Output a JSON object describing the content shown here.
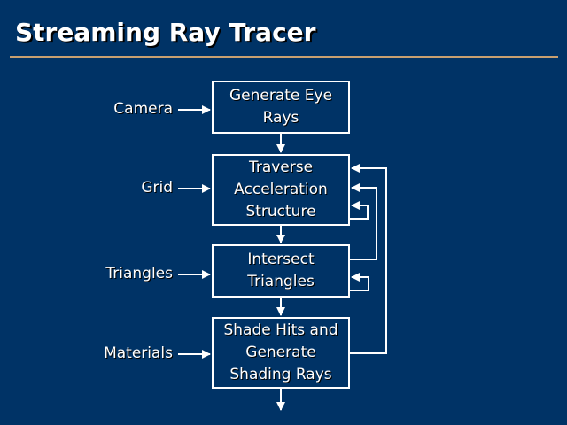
{
  "title": "Streaming Ray Tracer",
  "colors": {
    "background": "#003366",
    "rule": "#c8a070",
    "foreground": "#ffffff"
  },
  "stages": [
    {
      "label": "Generate Eye Rays",
      "input": "Camera"
    },
    {
      "label": "Traverse Acceleration Structure",
      "input": "Grid"
    },
    {
      "label": "Intersect Triangles",
      "input": "Triangles"
    },
    {
      "label": "Shade Hits and Generate Shading Rays",
      "input": "Materials"
    }
  ]
}
